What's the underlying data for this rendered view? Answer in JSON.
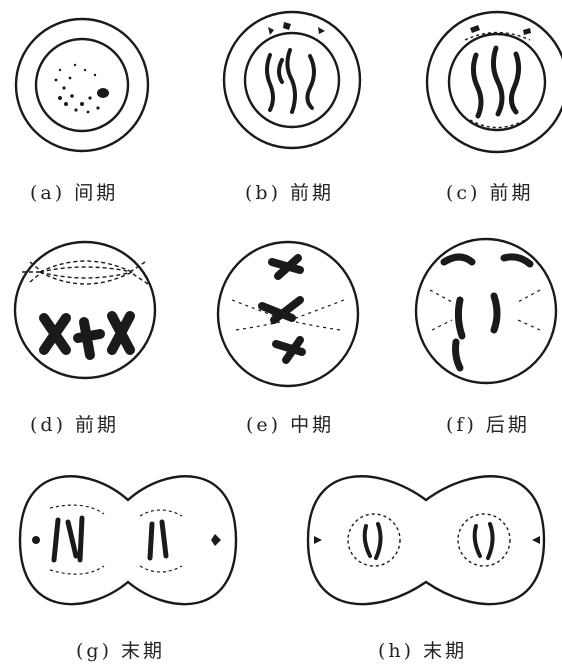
{
  "figure": {
    "panels": [
      {
        "id": "a",
        "caption": "(a) 间期"
      },
      {
        "id": "b",
        "caption": "(b) 前期"
      },
      {
        "id": "c",
        "caption": "(c) 前期"
      },
      {
        "id": "d",
        "caption": "(d) 前期"
      },
      {
        "id": "e",
        "caption": "(e) 中期"
      },
      {
        "id": "f",
        "caption": "(f) 后期"
      },
      {
        "id": "g",
        "caption": "(g) 末期"
      },
      {
        "id": "h",
        "caption": "(h) 末期"
      }
    ],
    "colors": {
      "ink": "#1a1a1a",
      "background": "#ffffff"
    }
  }
}
